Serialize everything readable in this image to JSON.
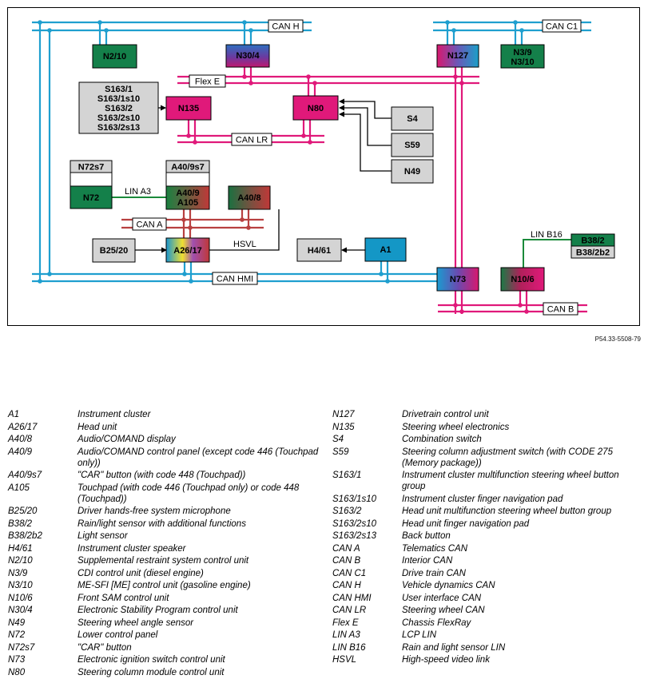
{
  "reference": "P54.33-5508-79",
  "colors": {
    "can_blue": "#1f9fcf",
    "can_magenta": "#e0197a",
    "can_red": "#b84040",
    "lin_green": "#1a8a3a",
    "node_green": "#14804a",
    "node_magenta": "#e0197a",
    "node_cyan": "#1497c6",
    "node_gray": "#d4d4d4"
  },
  "buses": {
    "can_h": "CAN H",
    "can_c1": "CAN C1",
    "flex_e": "Flex E",
    "can_lr": "CAN LR",
    "can_a": "CAN A",
    "can_hmi": "CAN HMI",
    "can_b": "CAN B",
    "lin_a3": "LIN A3",
    "hsvl": "HSVL",
    "lin_b16": "LIN B16"
  },
  "nodes": {
    "n2_10": "N2/10",
    "n30_4": "N30/4",
    "n127": "N127",
    "n3_9": "N3/9",
    "n3_10": "N3/10",
    "s163_lines": [
      "S163/1",
      "S163/1s10",
      "S163/2",
      "S163/2s10",
      "S163/2s13"
    ],
    "n135": "N135",
    "n80": "N80",
    "s4": "S4",
    "s59": "S59",
    "n49": "N49",
    "n72s7": "N72s7",
    "n72": "N72",
    "a40_9s7": "A40/9s7",
    "a40_9": "A40/9",
    "a105": "A105",
    "a40_8": "A40/8",
    "b25_20": "B25/20",
    "a26_17": "A26/17",
    "h4_61": "H4/61",
    "a1": "A1",
    "n73": "N73",
    "n10_6": "N10/6",
    "b38_2": "B38/2",
    "b38_2b2": "B38/2b2"
  },
  "legend": {
    "left": [
      {
        "code": "A1",
        "desc": "Instrument cluster"
      },
      {
        "code": "A26/17",
        "desc": "Head unit"
      },
      {
        "code": "A40/8",
        "desc": "Audio/COMAND display"
      },
      {
        "code": "A40/9",
        "desc": "Audio/COMAND control panel (except code 446 (Touchpad only))"
      },
      {
        "code": "A40/9s7",
        "desc": "\"CAR\" button (with code 448 (Touchpad))"
      },
      {
        "code": "A105",
        "desc": "Touchpad (with code 446 (Touchpad only) or code 448 (Touchpad))"
      },
      {
        "code": "B25/20",
        "desc": "Driver hands-free system microphone"
      },
      {
        "code": "B38/2",
        "desc": "Rain/light sensor with additional functions"
      },
      {
        "code": "B38/2b2",
        "desc": "Light sensor"
      },
      {
        "code": "H4/61",
        "desc": "Instrument cluster speaker"
      },
      {
        "code": "N2/10",
        "desc": "Supplemental restraint system control unit"
      },
      {
        "code": "N3/9",
        "desc": "CDI control unit (diesel engine)"
      },
      {
        "code": "N3/10",
        "desc": "ME-SFI [ME] control unit (gasoline engine)"
      },
      {
        "code": "N10/6",
        "desc": "Front SAM control unit"
      },
      {
        "code": "N30/4",
        "desc": "Electronic Stability Program control unit"
      },
      {
        "code": "N49",
        "desc": "Steering wheel angle sensor"
      },
      {
        "code": "N72",
        "desc": "Lower control panel"
      },
      {
        "code": "N72s7",
        "desc": "\"CAR\" button"
      },
      {
        "code": "N73",
        "desc": "Electronic ignition switch control unit"
      },
      {
        "code": "N80",
        "desc": "Steering column module control unit"
      }
    ],
    "right": [
      {
        "code": "N127",
        "desc": "Drivetrain control unit"
      },
      {
        "code": "N135",
        "desc": "Steering wheel electronics"
      },
      {
        "code": "S4",
        "desc": "Combination switch"
      },
      {
        "code": "S59",
        "desc": "Steering column adjustment switch (with CODE 275 (Memory package))"
      },
      {
        "code": "S163/1",
        "desc": "Instrument cluster multifunction steering wheel button group"
      },
      {
        "code": "S163/1s10",
        "desc": "Instrument cluster finger navigation pad"
      },
      {
        "code": "S163/2",
        "desc": "Head unit multifunction steering wheel button group"
      },
      {
        "code": "S163/2s10",
        "desc": "Head unit finger navigation pad"
      },
      {
        "code": "S163/2s13",
        "desc": "Back button"
      },
      {
        "code": "CAN A",
        "desc": "Telematics CAN"
      },
      {
        "code": "CAN B",
        "desc": "Interior CAN"
      },
      {
        "code": "CAN C1",
        "desc": "Drive train CAN"
      },
      {
        "code": "CAN H",
        "desc": "Vehicle dynamics CAN"
      },
      {
        "code": "CAN HMI",
        "desc": "User interface CAN"
      },
      {
        "code": "CAN LR",
        "desc": "Steering wheel CAN"
      },
      {
        "code": "Flex E",
        "desc": "Chassis FlexRay"
      },
      {
        "code": "LIN A3",
        "desc": "LCP LIN"
      },
      {
        "code": "LIN B16",
        "desc": "Rain and light sensor LIN"
      },
      {
        "code": "HSVL",
        "desc": "High-speed video link"
      }
    ]
  }
}
